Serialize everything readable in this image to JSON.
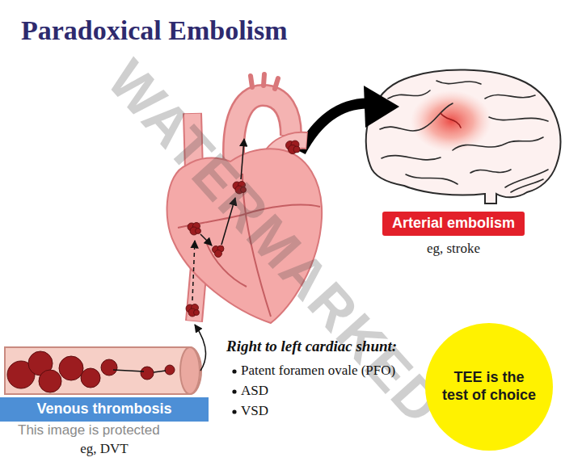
{
  "diagram": {
    "title": "Paradoxical Embolism",
    "nodes": [
      {
        "text": [
          "Arterial embolism",
          "eg, stroke"
        ]
      },
      {
        "text": [
          "TEE is the test of choice"
        ]
      },
      {
        "text": [
          "Venous thrombosis",
          "eg, DVT"
        ]
      }
    ],
    "labels": [
      "Right to left cardiac shunt:",
      "Patent foramen ovale (PFO)",
      "ASD",
      "VSD",
      "WATERMARKED",
      "This image is protected"
    ]
  }
}
